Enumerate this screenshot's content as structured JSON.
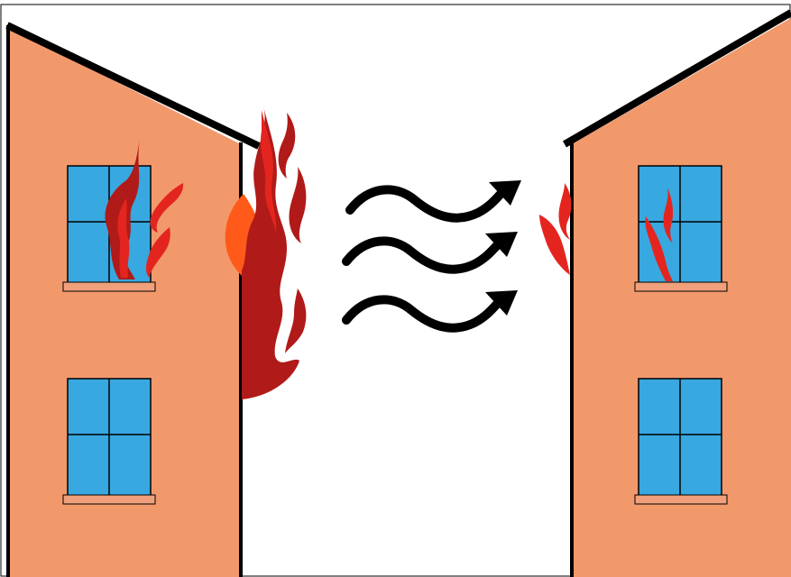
{
  "colors": {
    "background": "#ffffff",
    "wall": "#f2996c",
    "outline": "#000000",
    "window_glass": "#38a8e0",
    "window_sill": "#f0a07a",
    "flame_dark": "#b01a18",
    "flame_bright": "#e4251f",
    "flame_orange": "#ff5a1a",
    "arrow": "#000000"
  },
  "scene": {
    "left_building": {
      "windows": 2,
      "on_fire": true
    },
    "right_building": {
      "windows": 2,
      "on_fire": true
    },
    "heat_arrows": 3
  },
  "icons": [
    "flame-icon",
    "heat-wave-arrow-icon",
    "window-icon"
  ]
}
